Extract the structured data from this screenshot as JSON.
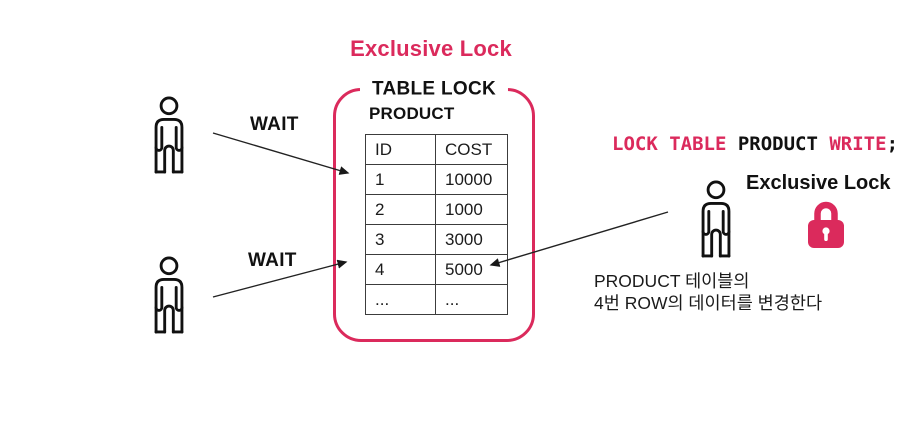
{
  "colors": {
    "accent": "#db2a5c",
    "ink": "#111111",
    "table_border": "#3c3c3c"
  },
  "title": "Exclusive Lock",
  "lock_box": {
    "label": "TABLE LOCK",
    "table_name": "PRODUCT"
  },
  "table": {
    "headers": [
      "ID",
      "COST"
    ],
    "rows": [
      [
        "1",
        "10000"
      ],
      [
        "2",
        "1000"
      ],
      [
        "3",
        "3000"
      ],
      [
        "4",
        "5000"
      ],
      [
        "...",
        "..."
      ]
    ]
  },
  "left_clients": [
    {
      "label": "WAIT"
    },
    {
      "label": "WAIT"
    }
  ],
  "right_client": {
    "label": "Exclusive Lock"
  },
  "code": {
    "lock_table": "LOCK TABLE ",
    "table_name": "PRODUCT ",
    "write": "WRITE",
    "semicolon": ";"
  },
  "caption": {
    "line1": "PRODUCT 테이블의",
    "line2": "4번 ROW의 데이터를 변경한다"
  }
}
